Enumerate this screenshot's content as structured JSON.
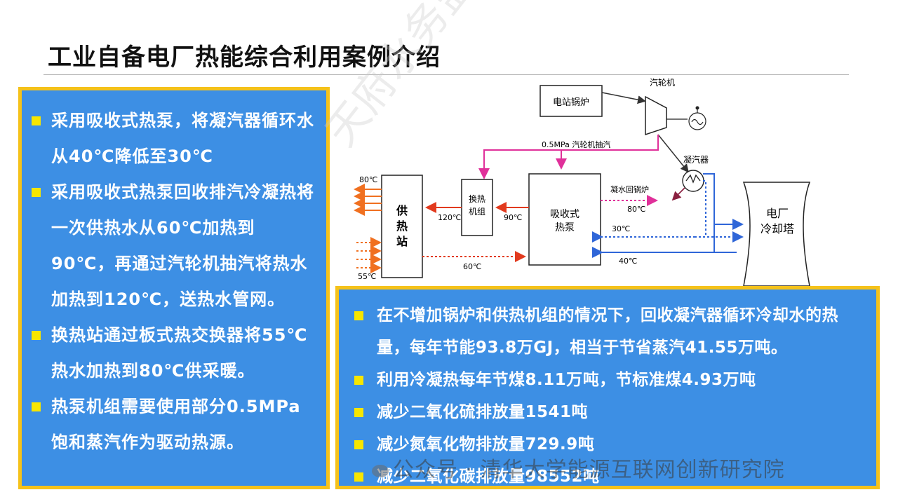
{
  "title": "工业自备电厂热能综合利用案例介绍",
  "left_bullets": [
    "采用吸收式热泵，将凝汽器循环水从40℃降低至30℃",
    "采用吸收式热泵回收排汽冷凝热将一次供热水从60℃加热到90℃，再通过汽轮机抽汽将热水加热到120℃，送热水管网。",
    "换热站通过板式热交换器将55℃热水加热到80℃供采暖。",
    "热泵机组需要使用部分0.5MPa饱和蒸汽作为驱动热源。"
  ],
  "right_bullets": [
    "在不增加锅炉和供热机组的情况下，回收凝汽器循环冷却水的热量，每年节能93.8万GJ，相当于节省蒸汽41.55万吨。",
    "利用冷凝热每年节煤8.11万吨，节标准煤4.93万吨",
    "减少二氧化硫排放量1541吨",
    "减少氮氧化物排放量729.9吨",
    "减少二氧化碳排放量98552吨"
  ],
  "diagram": {
    "boiler": "电站锅炉",
    "turbine": "汽轮机",
    "condenser": "凝汽器",
    "extraction": "0.5MPa 汽轮机抽汽",
    "cooling_tower_1": "电厂",
    "cooling_tower_2": "冷却塔",
    "heat_exchanger_1": "换热",
    "heat_exchanger_2": "机组",
    "heat_pump_1": "吸收式",
    "heat_pump_2": "热泵",
    "station_1": "供",
    "station_2": "热",
    "station_3": "站",
    "return_to_boiler": "凝水回锅炉",
    "t_80_return": "80℃",
    "t_80_supply": "80℃",
    "t_55": "55℃",
    "t_120": "120℃",
    "t_90": "90℃",
    "t_60": "60℃",
    "t_30": "30℃",
    "t_40": "40℃"
  },
  "watermark": "公众号 · 清华大学能源互联网创新研究院",
  "seal": "天府水务监测",
  "colors": {
    "panel": "#3d8fe4",
    "border": "#f5c21a",
    "bullet": "#f7e600",
    "steam": "#e0309a",
    "hot": "#e23a1e",
    "warm": "#f07020",
    "cold": "#2f66d8"
  }
}
